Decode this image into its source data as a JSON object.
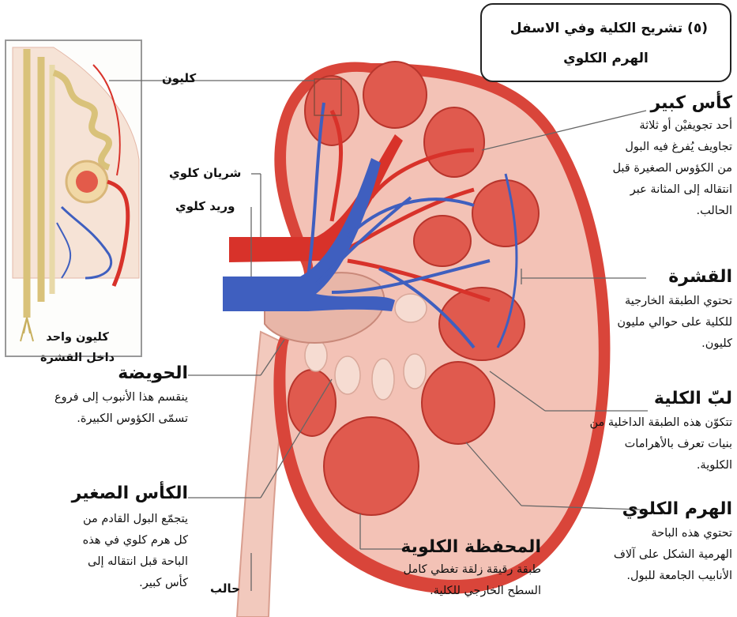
{
  "title": {
    "line1": "(٥) تشريح الكلية وفي الاسفل",
    "line2": "الهرم الكلوي"
  },
  "labels": {
    "nephron": "كليون",
    "renal_artery": "شريان كلوي",
    "renal_vein": "وريد كلوي",
    "ureter": "حالب",
    "inset_caption": "كليون واحد\nداخل القشرة"
  },
  "callouts": {
    "major_calyx": {
      "heading": "كأس كبير",
      "text": "أحد تجويفيْن أو ثلاثة\nتجاويف يُفرغ فيه البول\nمن الكؤوس الصغيرة قبل\nانتقاله إلى المثانة عبر\nالحالب."
    },
    "cortex": {
      "heading": "القشرة",
      "text": "تحتوي الطبقة الخارجية\nللكلية على حوالي مليون\nكليون."
    },
    "medulla": {
      "heading": "لبّ الكلية",
      "text": "تتكوّن هذه الطبقة الداخلية من\nبنيات تعرف بالأهرامات\nالكلوية."
    },
    "pyramid": {
      "heading": "الهرم الكلوي",
      "text": "تحتوي هذه الباحة\nالهرمية الشكل على آلاف\nالأنابيب الجامعة للبول."
    },
    "pelvis": {
      "heading": "الحويضة",
      "text": "ينقسم هذا الأنبوب إلى فروع\nتسمّى الكؤوس الكبيرة."
    },
    "minor_calyx": {
      "heading": "الكأس الصغير",
      "text": "يتجمّع البول القادم من\nكل هرم كلوي في هذه\nالباحة قبل انتقاله إلى\nكأس كبير."
    },
    "capsule": {
      "heading": "المحفظة الكلوية",
      "text": "طبقة رقيقة زلقة تغطي كامل\nالسطح الخارجي للكلية."
    }
  },
  "colors": {
    "kidney_outer": "#d9453a",
    "kidney_inner": "#f3c2b6",
    "pyramid": "#e05a4e",
    "vein": "#3f5fbf",
    "artery": "#d8322a",
    "ureter": "#f2c9bd"
  }
}
